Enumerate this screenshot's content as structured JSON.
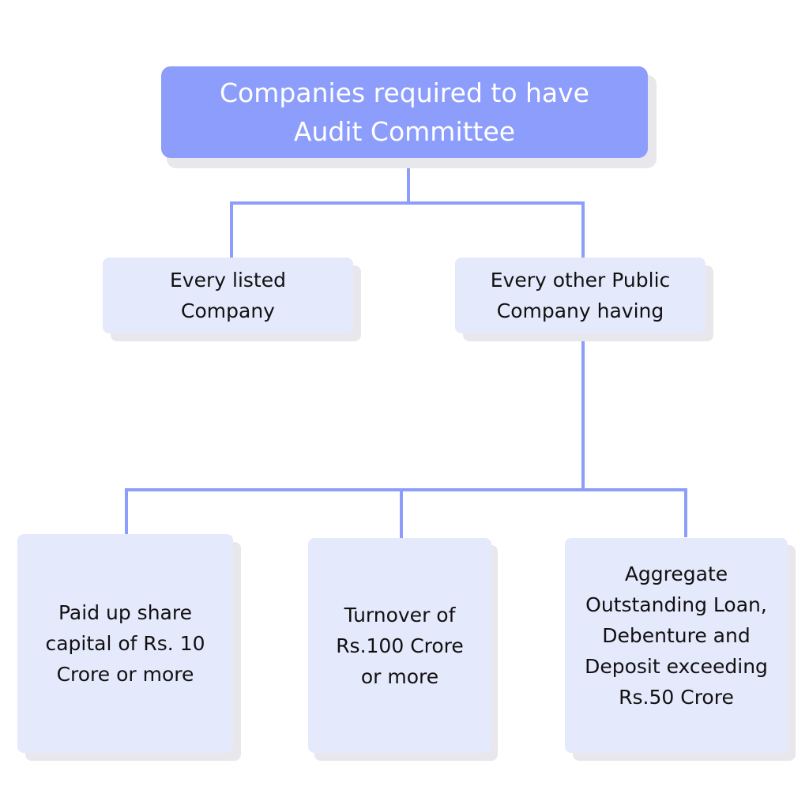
{
  "diagram": {
    "root": {
      "label": "Companies required to have\nAudit Committee"
    },
    "branches": [
      {
        "label": "Every listed\nCompany"
      },
      {
        "label": "Every other Public\nCompany having"
      }
    ],
    "criteria": [
      {
        "label": "Paid up share\ncapital of Rs. 10\nCrore or more"
      },
      {
        "label": "Turnover of\nRs.100 Crore\nor more"
      },
      {
        "label": "Aggregate\nOutstanding Loan,\nDebenture and\nDeposit exceeding\nRs.50 Crore"
      }
    ]
  },
  "colors": {
    "root_fill": "#8c9dfb",
    "node_fill": "#e5e9fc",
    "connector": "#8c9dfb",
    "shadow": "#e8e7ec"
  }
}
